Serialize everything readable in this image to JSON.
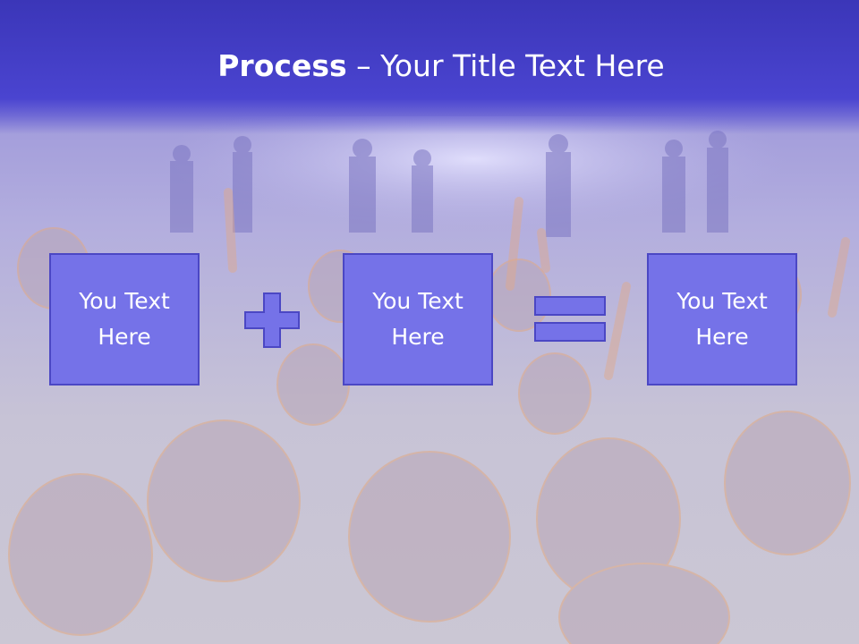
{
  "slide": {
    "title_bold": "Process",
    "title_rest": " – Your Title Text Here"
  },
  "process": {
    "boxes": [
      {
        "label": "You Text Here"
      },
      {
        "label": "You Text Here"
      },
      {
        "label": "You Text Here"
      }
    ],
    "operators": [
      "plus-icon",
      "equals-icon"
    ]
  },
  "colors": {
    "title_band": "#4a44d0",
    "box_fill": "#7572e8",
    "box_border": "#4b47c4",
    "text": "#ffffff"
  }
}
